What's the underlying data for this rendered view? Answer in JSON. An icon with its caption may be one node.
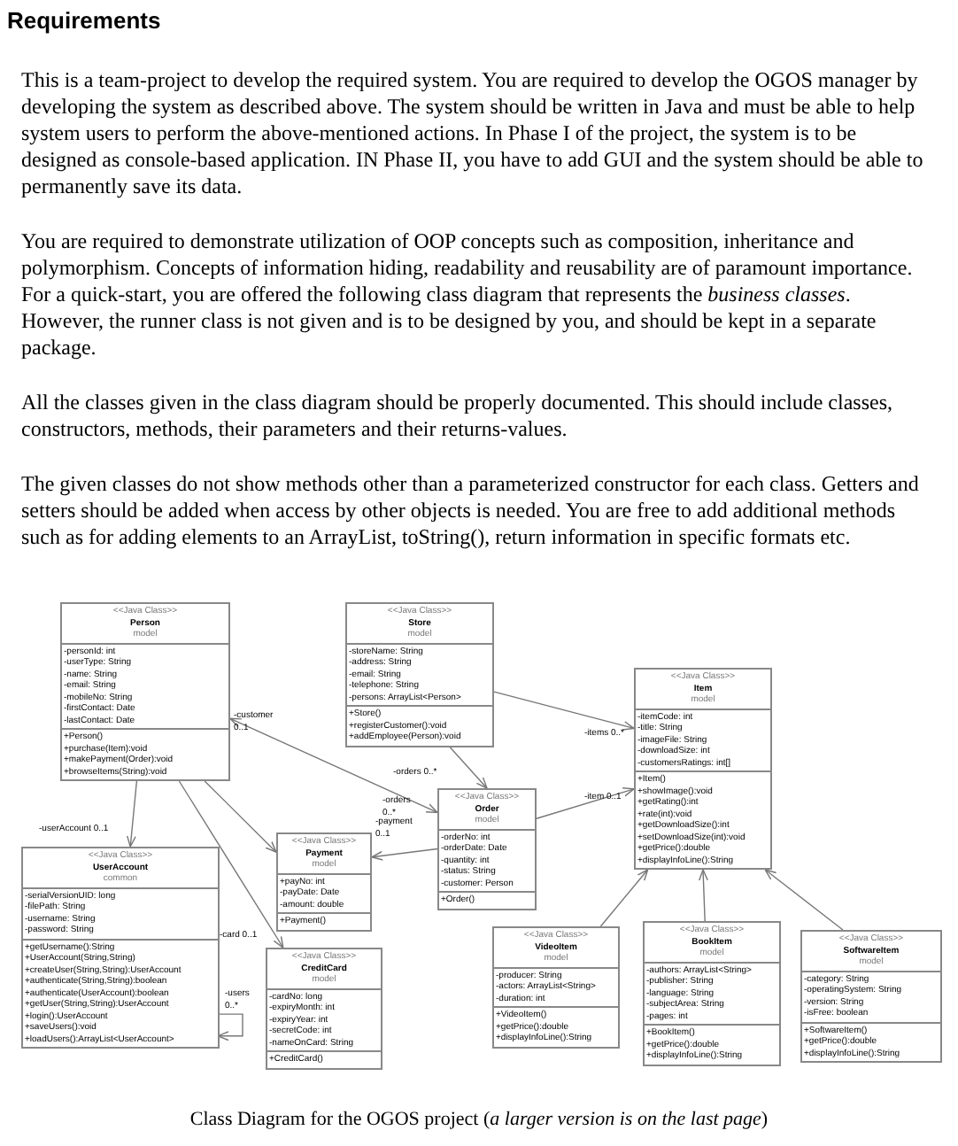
{
  "diagram": {
    "title": "Requirements",
    "caption": "Class Diagram for the OGOS project (*a larger version is on the last page*)",
    "nodes": [
      {
        "text": [
          "<<Java Class>>",
          "Person",
          "model"
        ]
      },
      {
        "text": [
          "-personId: int",
          "-userType: String",
          "-name: String",
          "-email: String",
          "-mobileNo: String",
          "-firstContact: Date",
          "-lastContact: Date"
        ],
        "in": 0
      },
      {
        "text": [
          "+Person()",
          "+purchase(Item):void",
          "+makePayment(Order):void",
          "+browseItems(String):void"
        ],
        "in": 0
      },
      {
        "text": [
          "<<Java Class>>",
          "Store",
          "model"
        ]
      },
      {
        "text": [
          "-storeName: String",
          "-address: String",
          "-email: String",
          "-telephone: String",
          "-persons: ArrayList<Person>"
        ],
        "in": 3
      },
      {
        "text": [
          "+Store()",
          "+registerCustomer():void",
          "+addEmployee(Person):void"
        ],
        "in": 3
      },
      {
        "text": [
          "<<Java Class>>",
          "Item",
          "model"
        ]
      },
      {
        "text": [
          "-itemCode: int",
          "-title: String",
          "-imageFile: String",
          "-downloadSize: int",
          "-customersRatings: int[]"
        ],
        "in": 6
      },
      {
        "text": [
          "+Item()",
          "+showImage():void",
          "+getRating():int",
          "+rate(int):void",
          "+getDownloadSize():int",
          "+setDownloadSize(int):void",
          "+getPrice():double",
          "+displayInfoLine():String"
        ],
        "in": 6
      },
      {
        "text": [
          "<<Java Class>>",
          "Order",
          "model"
        ]
      },
      {
        "text": [
          "-orderNo: int",
          "-orderDate: Date",
          "-quantity: int",
          "-status: String",
          "-customer: Person"
        ],
        "in": 9
      },
      {
        "text": [
          "+Order()"
        ],
        "in": 9
      },
      {
        "text": [
          "<<Java Class>>",
          "UserAccount",
          "common"
        ]
      },
      {
        "text": [
          "-serialVersionUID: long",
          "-filePath: String",
          "-username: String",
          "-password: String"
        ],
        "in": 12
      },
      {
        "text": [
          "+getUsername():String",
          "+UserAccount(String,String)",
          "+createUser(String,String):UserAccount",
          "+authenticate(String,String):boolean",
          "+authenticate(UserAccount):boolean",
          "+getUser(String,String):UserAccount",
          "+login():UserAccount",
          "+saveUsers():void",
          "+loadUsers():ArrayList<UserAccount>"
        ],
        "in": 12
      },
      {
        "text": [
          "<<Java Class>>",
          "Payment",
          "model"
        ]
      },
      {
        "text": [
          "+payNo: int",
          "-payDate: Date",
          "-amount: double"
        ],
        "in": 15
      },
      {
        "text": [
          "+Payment()"
        ],
        "in": 15
      },
      {
        "text": [
          "<<Java Class>>",
          "CreditCard",
          "model"
        ]
      },
      {
        "text": [
          "-cardNo: long",
          "-expiryMonth: int",
          "-expiryYear: int",
          "-secretCode: int",
          "-nameOnCard: String"
        ],
        "in": 18
      },
      {
        "text": [
          "+CreditCard()"
        ],
        "in": 18
      },
      {
        "text": [
          "<<Java Class>>",
          "VideoItem",
          "model"
        ]
      },
      {
        "text": [
          "-producer: String",
          "-actors: ArrayList<String>",
          "-duration: int"
        ],
        "in": 21
      },
      {
        "text": [
          "+VideoItem()",
          "+getPrice():double",
          "+displayInfoLine():String"
        ],
        "in": 21
      },
      {
        "text": [
          "<<Java Class>>",
          "BookItem",
          "model"
        ]
      },
      {
        "text": [
          "-authors: ArrayList<String>",
          "-publisher: String",
          "-language: String",
          "-subjectArea: String",
          "-pages: int"
        ],
        "in": 24
      },
      {
        "text": [
          "+BookItem()",
          "+getPrice():double",
          "+displayInfoLine():String"
        ],
        "in": 24
      },
      {
        "text": [
          "<<Java Class>>",
          "SoftwareItem",
          "model"
        ]
      },
      {
        "text": [
          "-category: String",
          "-operatingSystem: String",
          "-version: String",
          "-isFree: boolean"
        ],
        "in": 27
      },
      {
        "text": [
          "+SoftwareItem()",
          "+getPrice():double",
          "+displayInfoLine():String"
        ],
        "in": 27
      }
    ],
    "edges": [
      {
        "from": 3,
        "to": 9,
        "arrow": "to",
        "label": "-orders 0..*"
      },
      {
        "from": 3,
        "to": 6,
        "arrow": "to",
        "label": "-items 0..*"
      },
      {
        "from": 0,
        "to": 9,
        "arrow": "both",
        "label": "-orders 0..*"
      },
      {
        "from": 9,
        "to": 6,
        "arrow": "to",
        "label": "-item 0..1"
      },
      {
        "from": 0,
        "to": 12,
        "arrow": "to",
        "label": "-userAccount 0..1"
      },
      {
        "from": 0,
        "to": 15,
        "arrow": "to"
      },
      {
        "from": 0,
        "to": 18,
        "arrow": "to",
        "label": "-card 0..1"
      },
      {
        "from": 9,
        "to": 15,
        "arrow": "to",
        "label": "-payment 0..1"
      },
      {
        "from": 14,
        "to": 14,
        "arrow": "to",
        "label": "-users 0..*"
      },
      {
        "from": 21,
        "to": 6,
        "arrow": "to"
      },
      {
        "from": 24,
        "to": 6,
        "arrow": "to"
      },
      {
        "from": 27,
        "to": 6,
        "arrow": "to"
      }
    ],
    "labels": [
      "This is a team-project to develop the required system. You are required to develop the OGOS manager by developing the system as described above. The system should be written in Java and must be able to help system users to perform the above-mentioned actions. In Phase I of the project, the system is to be designed as console-based application. IN Phase II, you have to add GUI and the system should be able to permanently save its data.",
      "You are required to demonstrate utilization of OOP concepts such as composition, inheritance and polymorphism. Concepts of information hiding, readability and reusability are of paramount importance. For a quick-start, you are offered the following class diagram that represents the *business classes*. However, the runner class is not given and is to be designed by you, and should be kept in a separate package.",
      "All the classes given in the class diagram should be properly documented. This should include classes, constructors, methods, their parameters and their returns-values.",
      "The given classes do not show methods other than a parameterized constructor for each class. Getters and setters should be added when access by other objects is needed. You are free to add additional methods such as for adding elements to an ArrayList, toString(), return information in specific formats etc.",
      "-customer 0..1"
    ]
  }
}
